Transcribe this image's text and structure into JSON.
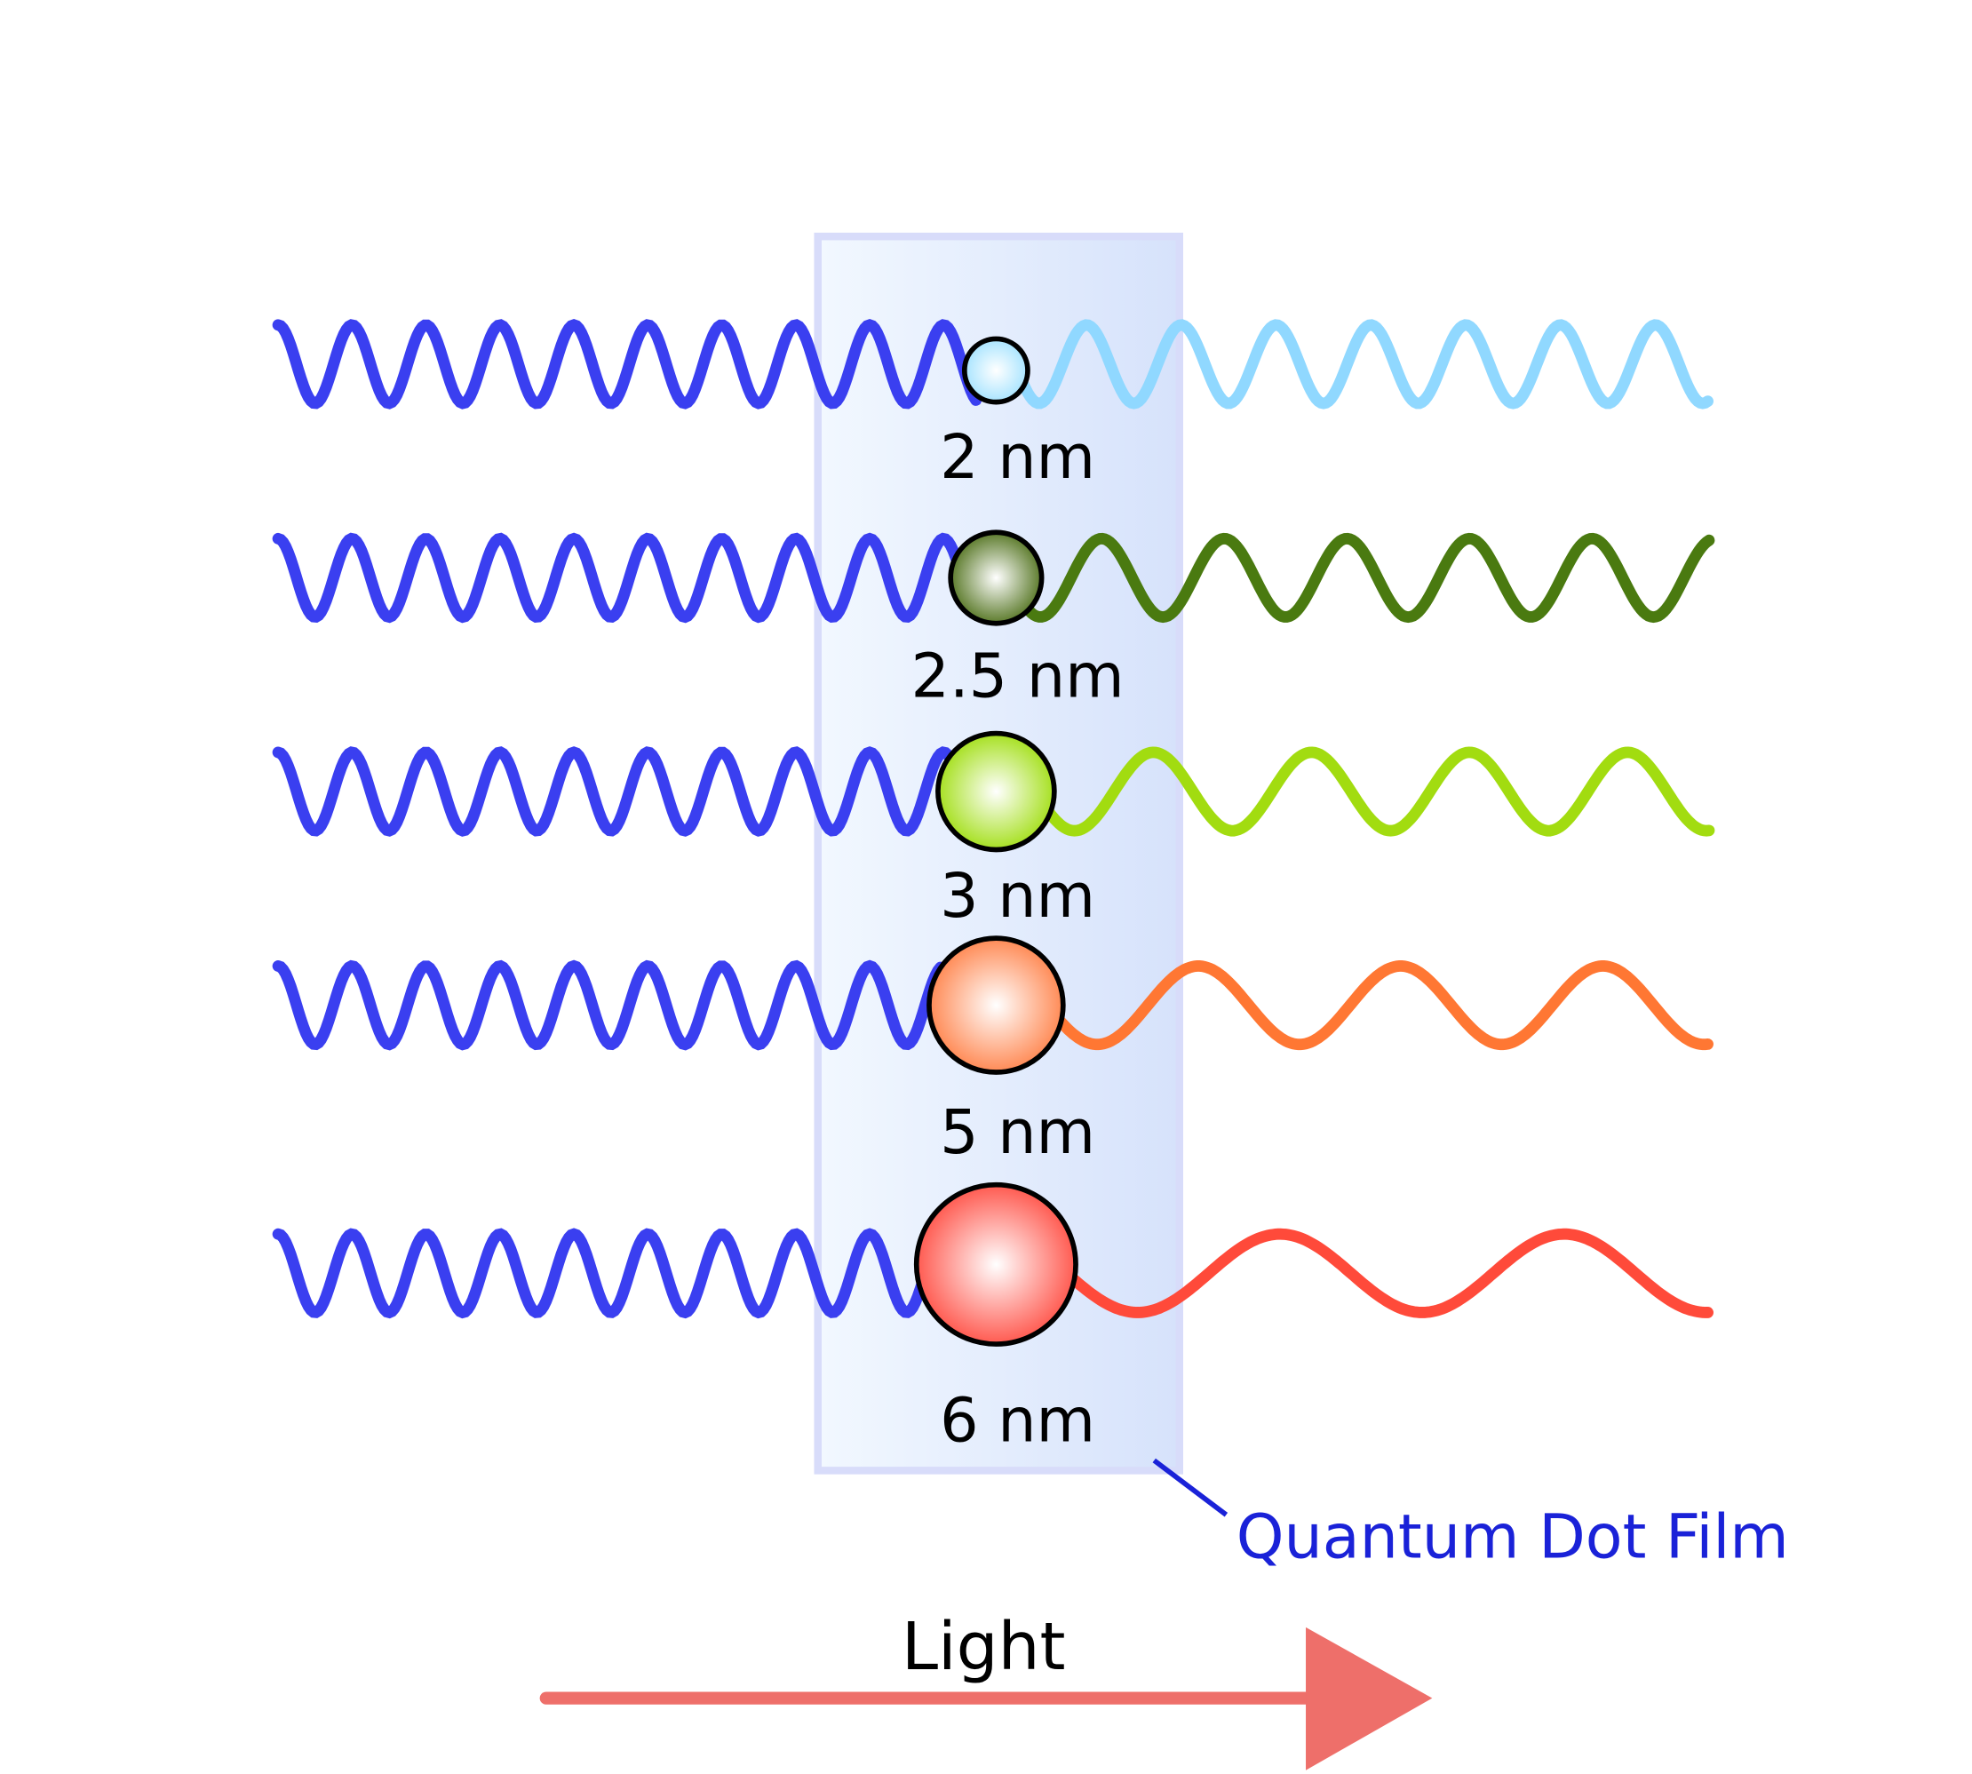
{
  "diagram": {
    "film_label": "Quantum Dot Film",
    "light_label": "Light",
    "colors": {
      "incident_wave": "#3a3ff0",
      "film_fill_left": "#f2f8ff",
      "film_fill_right": "#d6e2fb",
      "film_border": "#d8dcfa",
      "film_label": "#1a22d8",
      "arrow": "#ee6f6a",
      "dot_outline": "#000000"
    },
    "dots": [
      {
        "label": "2 nm",
        "color": "#90d8ff",
        "dot_color": "#a8e4ff"
      },
      {
        "label": "2.5 nm",
        "color": "#4a7a10",
        "dot_color": "#5b7a2a"
      },
      {
        "label": "3 nm",
        "color": "#a2dc10",
        "dot_color": "#a6e020"
      },
      {
        "label": "5 nm",
        "color": "#ff7733",
        "dot_color": "#ff8a55"
      },
      {
        "label": "6 nm",
        "color": "#ff4a3a",
        "dot_color": "#ff5a50"
      }
    ]
  }
}
